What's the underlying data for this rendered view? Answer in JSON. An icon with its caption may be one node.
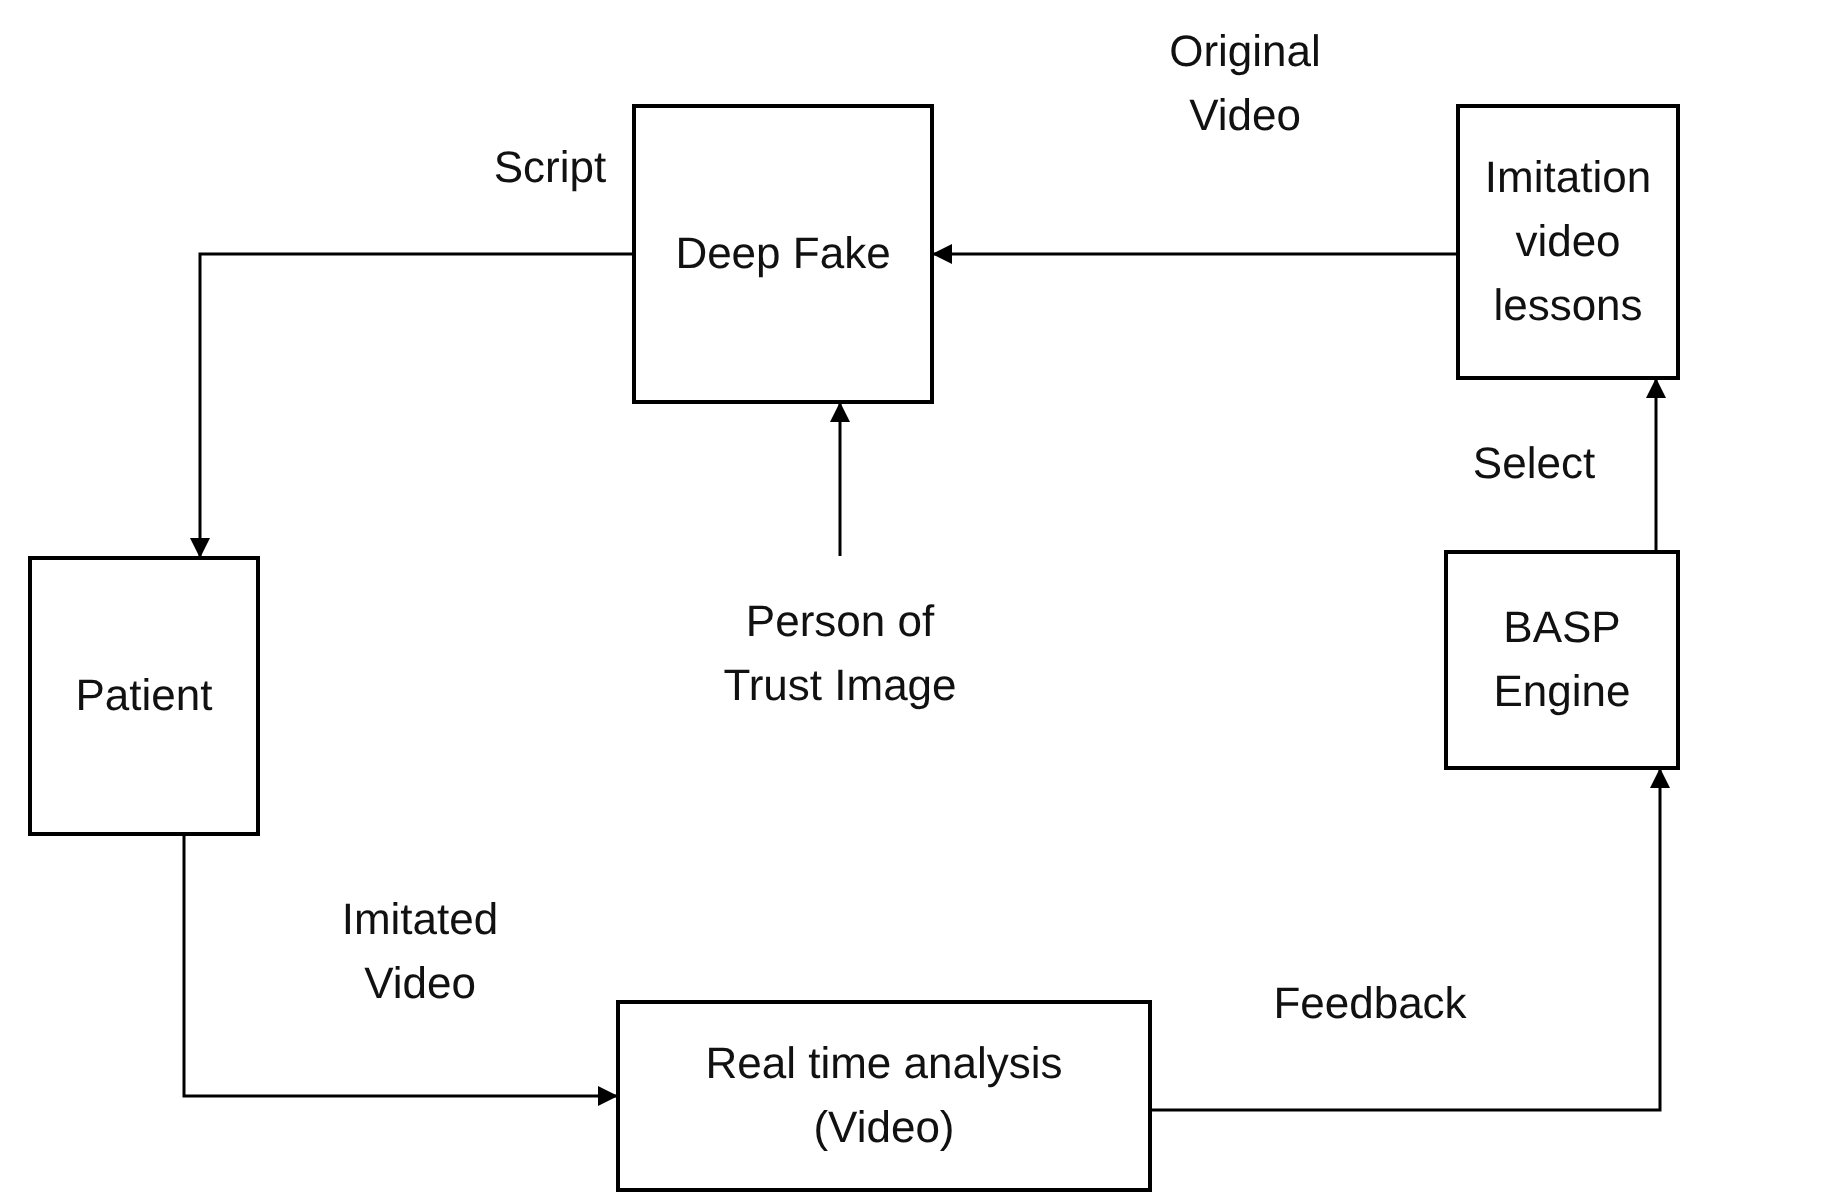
{
  "diagram": {
    "nodes": [
      {
        "text": [
          "Deep Fake"
        ]
      },
      {
        "text": [
          "Imitation video lessons"
        ]
      },
      {
        "text": [
          "Patient"
        ]
      },
      {
        "text": [
          "Person of Trust Image"
        ]
      },
      {
        "text": [
          "BASP Engine"
        ]
      },
      {
        "text": [
          "Real time analysis (Video)"
        ]
      }
    ],
    "edges": [
      {
        "from": 1,
        "to": 0,
        "arrow": "to",
        "label": "Original Video"
      },
      {
        "from": 0,
        "to": 2,
        "arrow": "to",
        "label": "Script"
      },
      {
        "from": 3,
        "to": 0,
        "arrow": "to"
      },
      {
        "from": 4,
        "to": 1,
        "arrow": "to",
        "label": "Select"
      },
      {
        "from": 2,
        "to": 5,
        "arrow": "to",
        "label": "Imitated Video"
      },
      {
        "from": 5,
        "to": 4,
        "arrow": "to",
        "label": "Feedback"
      }
    ]
  }
}
